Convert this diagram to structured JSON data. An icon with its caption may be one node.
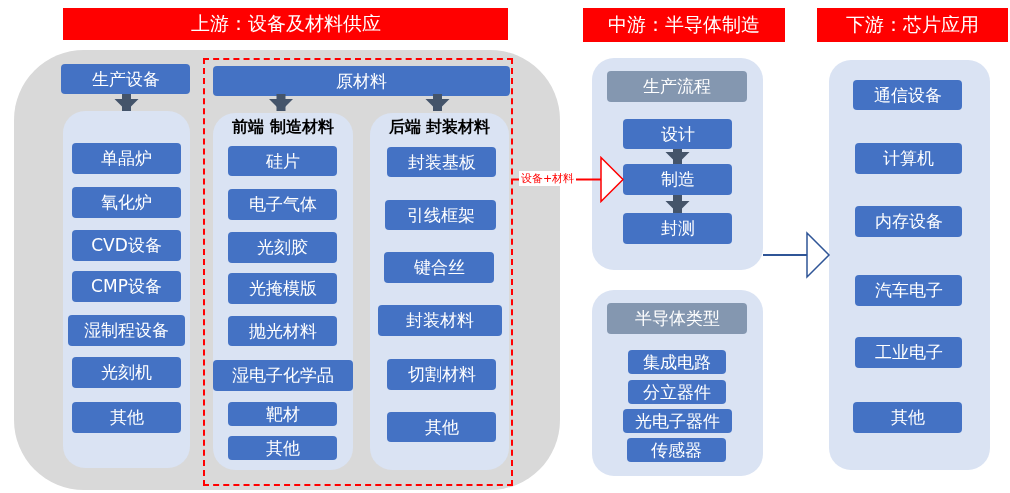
{
  "diagram": {
    "nodes": [
      {
        "text": [
          "上游：设备及材料供应"
        ]
      },
      {
        "text": [],
        "shape": "box"
      },
      {
        "text": [
          "生产设备"
        ],
        "in": 1
      },
      {
        "text": [],
        "shape": "box",
        "in": 1
      },
      {
        "text": [
          "单晶炉"
        ],
        "in": 3
      },
      {
        "text": [
          "氧化炉"
        ],
        "in": 3
      },
      {
        "text": [
          "CVD设备"
        ],
        "in": 3
      },
      {
        "text": [
          "CMP设备"
        ],
        "in": 3
      },
      {
        "text": [
          "湿制程设备"
        ],
        "in": 3
      },
      {
        "text": [
          "光刻机"
        ],
        "in": 3
      },
      {
        "text": [
          "其他"
        ],
        "in": 3
      },
      {
        "text": [],
        "shape": "box",
        "in": 1
      },
      {
        "text": [
          "原材料"
        ],
        "in": 11
      },
      {
        "text": [
          "前端 制造材料"
        ],
        "in": 11
      },
      {
        "text": [
          "硅片"
        ],
        "in": 13
      },
      {
        "text": [
          "电子气体"
        ],
        "in": 13
      },
      {
        "text": [
          "光刻胶"
        ],
        "in": 13
      },
      {
        "text": [
          "光掩模版"
        ],
        "in": 13
      },
      {
        "text": [
          "抛光材料"
        ],
        "in": 13
      },
      {
        "text": [
          "湿电子化学品"
        ],
        "in": 13
      },
      {
        "text": [
          "靶材"
        ],
        "in": 13
      },
      {
        "text": [
          "其他"
        ],
        "in": 13
      },
      {
        "text": [
          "后端 封装材料"
        ],
        "in": 11
      },
      {
        "text": [
          "封装基板"
        ],
        "in": 22
      },
      {
        "text": [
          "引线框架"
        ],
        "in": 22
      },
      {
        "text": [
          "键合丝"
        ],
        "in": 22
      },
      {
        "text": [
          "封装材料"
        ],
        "in": 22
      },
      {
        "text": [
          "切割材料"
        ],
        "in": 22
      },
      {
        "text": [
          "其他"
        ],
        "in": 22
      },
      {
        "text": [
          "中游：半导体制造"
        ]
      },
      {
        "text": [],
        "shape": "box"
      },
      {
        "text": [
          "生产流程"
        ],
        "in": 30
      },
      {
        "text": [
          "设计"
        ],
        "in": 30
      },
      {
        "text": [
          "制造"
        ],
        "in": 30
      },
      {
        "text": [
          "封测"
        ],
        "in": 30
      },
      {
        "text": [],
        "shape": "box"
      },
      {
        "text": [
          "半导体类型"
        ],
        "in": 35
      },
      {
        "text": [
          "集成电路"
        ],
        "in": 35
      },
      {
        "text": [
          "分立器件"
        ],
        "in": 35
      },
      {
        "text": [
          "光电子器件"
        ],
        "in": 35
      },
      {
        "text": [
          "传感器"
        ],
        "in": 35
      },
      {
        "text": [
          "下游：芯片应用"
        ]
      },
      {
        "text": [],
        "shape": "box"
      },
      {
        "text": [
          "通信设备"
        ],
        "in": 42
      },
      {
        "text": [
          "计算机"
        ],
        "in": 42
      },
      {
        "text": [
          "内存设备"
        ],
        "in": 42
      },
      {
        "text": [
          "汽车电子"
        ],
        "in": 42
      },
      {
        "text": [
          "工业电子"
        ],
        "in": 42
      },
      {
        "text": [
          "其他"
        ],
        "in": 42
      }
    ],
    "edges": [
      {
        "from": 2,
        "to": 3,
        "arrow": "to"
      },
      {
        "from": 12,
        "to": 13,
        "arrow": "to"
      },
      {
        "from": 12,
        "to": 22,
        "arrow": "to"
      },
      {
        "from": 32,
        "to": 33,
        "arrow": "to"
      },
      {
        "from": 33,
        "to": 34,
        "arrow": "to"
      },
      {
        "from": 11,
        "to": 33,
        "arrow": "to",
        "label": "设备+材料",
        "color": "#ff0000"
      },
      {
        "from": 30,
        "to": 42,
        "arrow": "to",
        "color": "#2f5597"
      }
    ]
  }
}
